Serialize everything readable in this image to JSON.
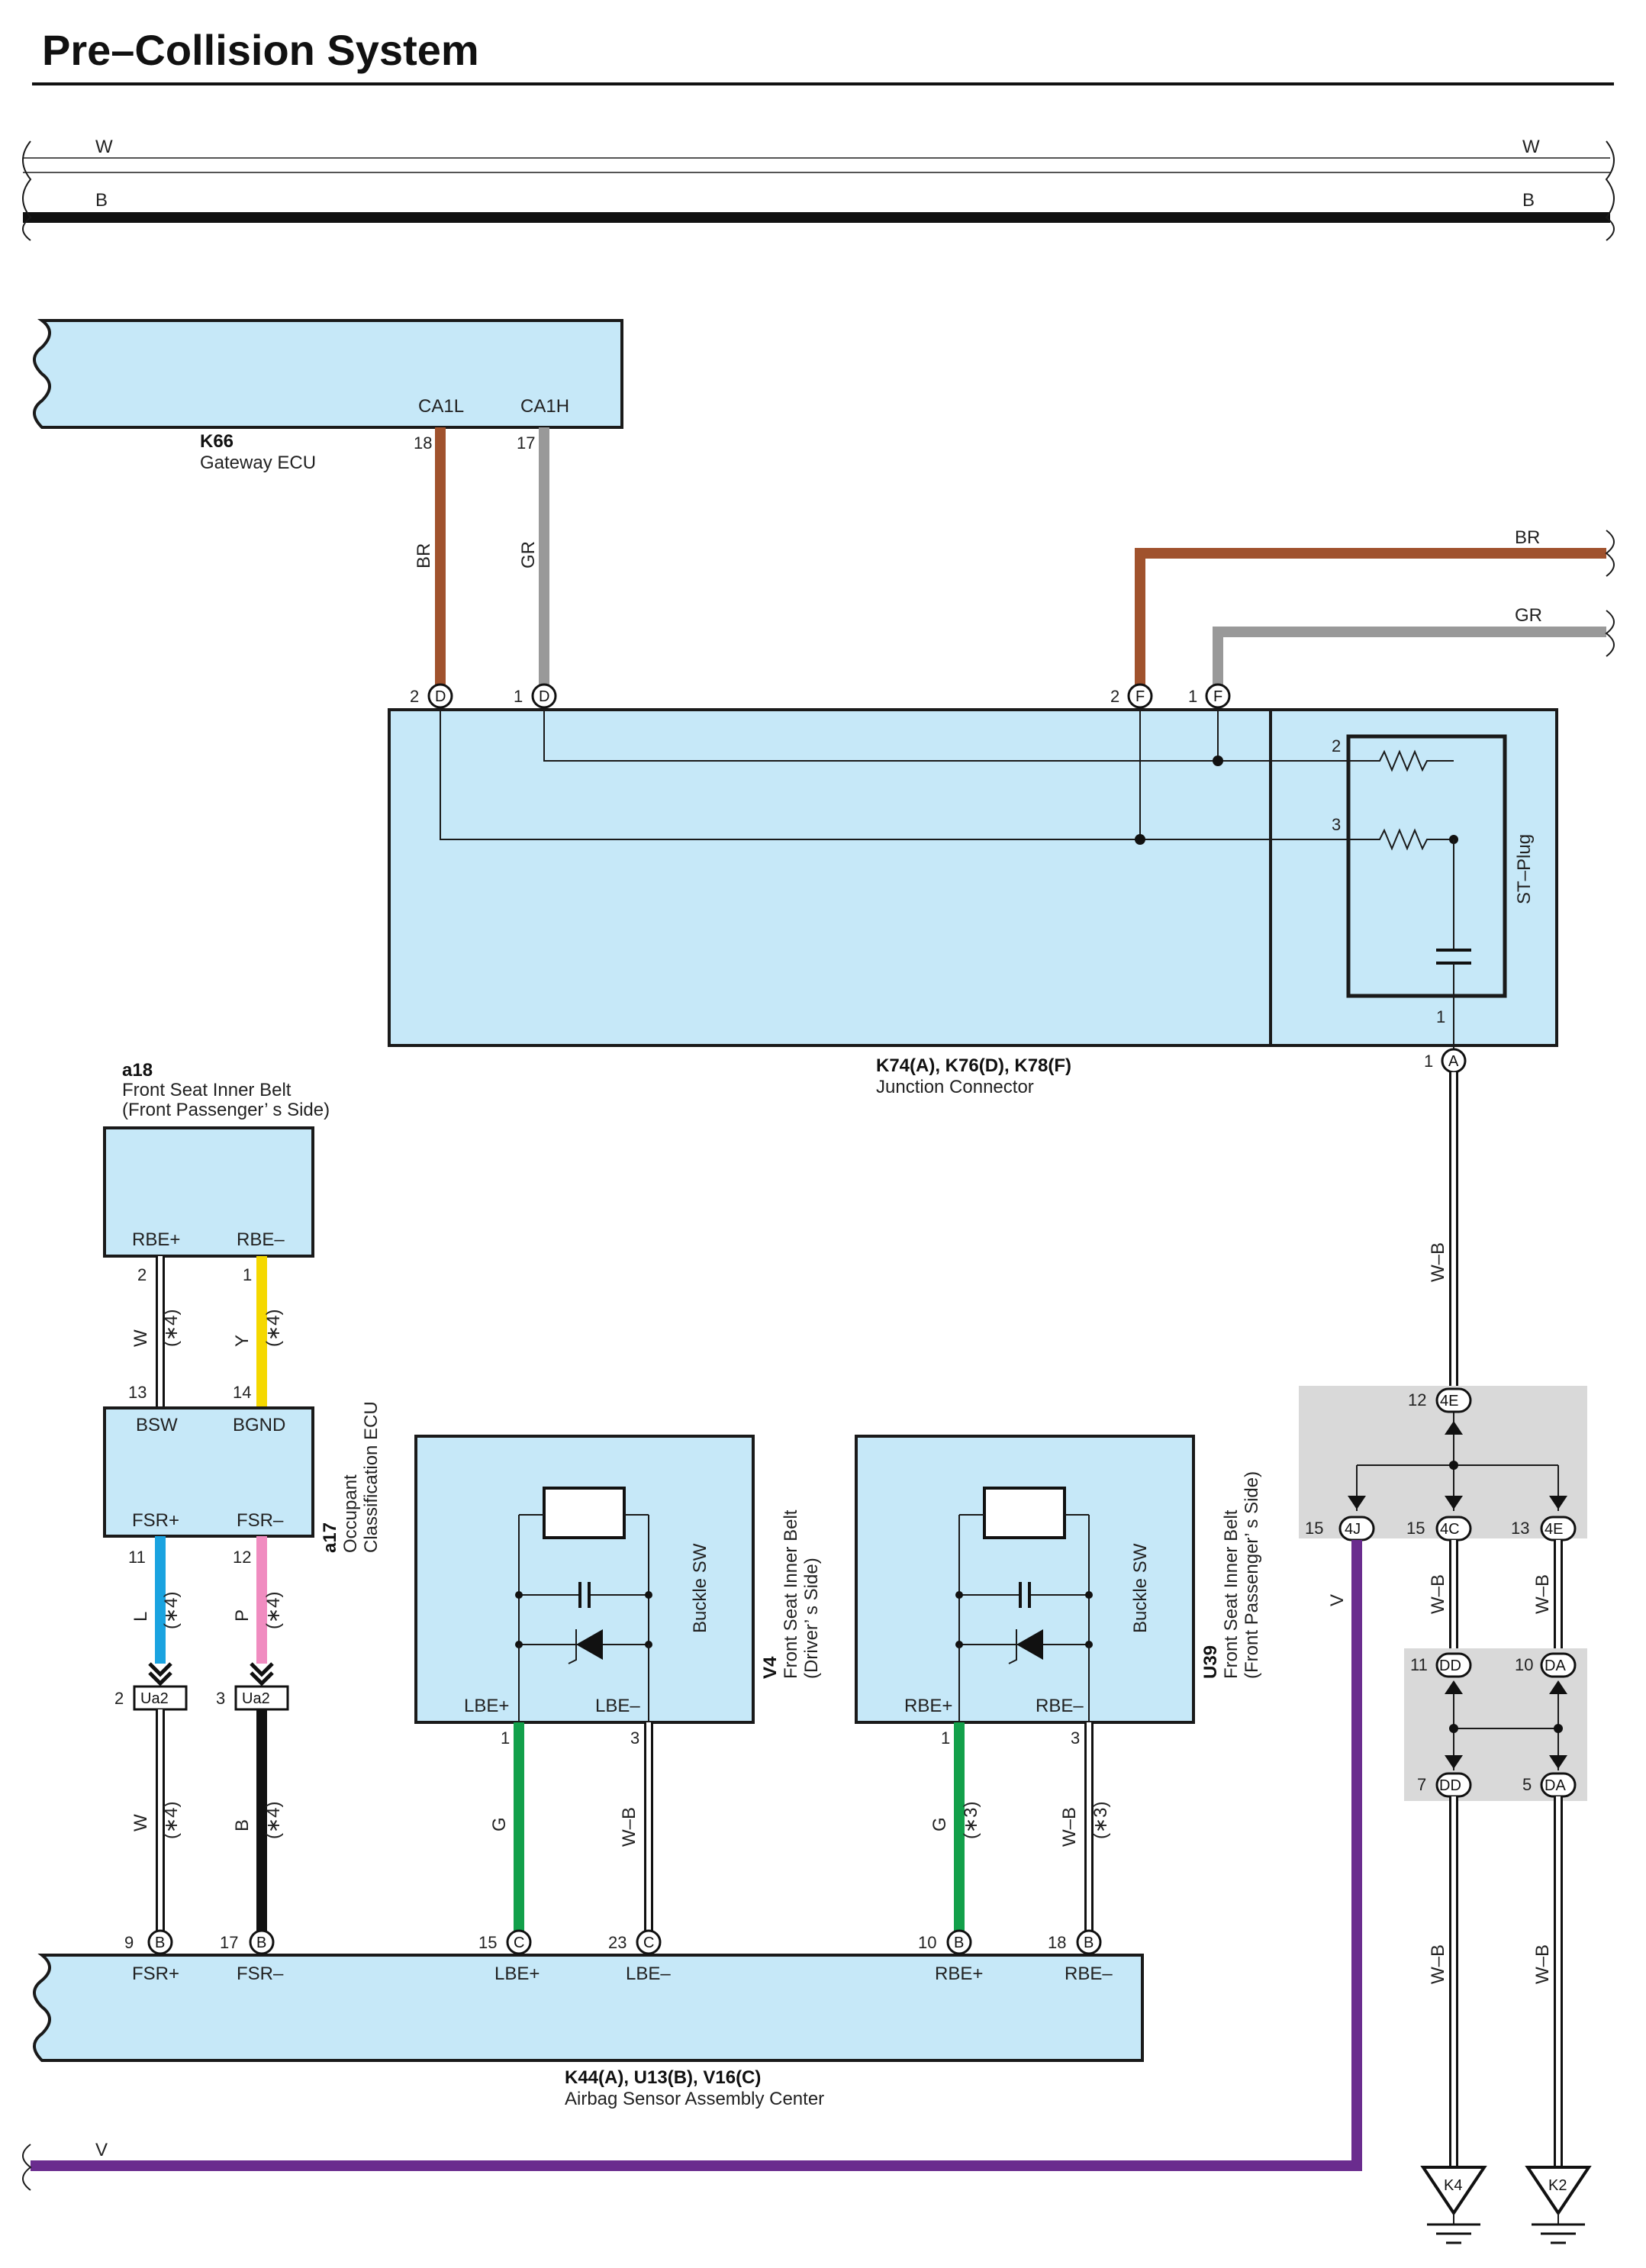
{
  "title": "Pre–Collision System",
  "bus": {
    "w_label": "W",
    "b_label": "B"
  },
  "components": {
    "gateway": {
      "code": "K66",
      "name": "Gateway ECU",
      "pins": [
        "CA1L",
        "CA1H"
      ],
      "pin_numbers": [
        "18",
        "17"
      ]
    },
    "junction": {
      "code": "K74(A), K76(D), K78(F)",
      "name": "Junction Connector",
      "st_plug": "ST–Plug",
      "internal_pins": [
        "2",
        "3",
        "1"
      ]
    },
    "a18": {
      "code": "a18",
      "name_line1": "Front Seat Inner Belt",
      "name_line2": "(Front Passenger’ s Side)",
      "pins": [
        "RBE+",
        "RBE–"
      ]
    },
    "a17": {
      "code": "a17",
      "name_line1": "Occupant",
      "name_line2": "Classification ECU",
      "pins_top": [
        "BSW",
        "BGND"
      ],
      "pins_bottom": [
        "FSR+",
        "FSR–"
      ]
    },
    "v4": {
      "code": "V4",
      "name_line1": "Front Seat Inner Belt",
      "name_line2": "(Driver’ s Side)",
      "switch": "Buckle SW",
      "pins": [
        "LBE+",
        "LBE–"
      ]
    },
    "u39": {
      "code": "U39",
      "name_line1": "Front Seat Inner Belt",
      "name_line2": "(Front Passenger’ s Side)",
      "switch": "Buckle SW",
      "pins": [
        "RBE+",
        "RBE–"
      ]
    },
    "airbag": {
      "code": "K44(A), U13(B), V16(C)",
      "name": "Airbag Sensor Assembly Center",
      "pins": [
        "FSR+",
        "FSR–",
        "LBE+",
        "LBE–",
        "RBE+",
        "RBE–"
      ]
    }
  },
  "wires": {
    "br": "BR",
    "gr": "GR",
    "w": "W",
    "y": "Y",
    "l": "L",
    "p": "P",
    "b": "B",
    "g": "G",
    "wb": "W–B",
    "v": "V",
    "note4": "(∗4)",
    "note3": "(∗3)"
  },
  "pin_numbers": {
    "d2": "2",
    "d1": "1",
    "f2": "2",
    "f1": "1",
    "a1": "1",
    "a18_rbep": "2",
    "a18_rbem": "1",
    "a17_bsw": "13",
    "a17_bgnd": "14",
    "a17_fsrp": "11",
    "a17_fsrm": "12",
    "ua2_l": "2",
    "ua2_r": "3",
    "v4_p": "1",
    "v4_m": "3",
    "u39_p": "1",
    "u39_m": "3",
    "b9": "9",
    "b17": "17",
    "c15": "15",
    "c23": "23",
    "b10": "10",
    "b18": "18",
    "j4e_top": "12",
    "j4j": "15",
    "j4c": "15",
    "j4e": "13",
    "jdd_top": "11",
    "jda_top": "10",
    "jdd_bot": "7",
    "jda_bot": "5"
  },
  "connectors": {
    "d": "D",
    "f": "F",
    "a": "A",
    "b": "B",
    "c": "C",
    "ua2": "Ua2",
    "j4e": "4E",
    "j4j": "4J",
    "j4c": "4C",
    "jdd": "DD",
    "jda": "DA"
  },
  "grounds": [
    "K4",
    "K2"
  ],
  "colors": {
    "box_fill": "#c6e8f8",
    "brown": "#a0522d",
    "gray": "#999999",
    "yellow": "#f5d800",
    "blue": "#1aa3e0",
    "pink": "#f08cc0",
    "black": "#111111",
    "green": "#12a04a",
    "purple": "#6a2c8e",
    "junction_gray": "#d9d9d9"
  }
}
